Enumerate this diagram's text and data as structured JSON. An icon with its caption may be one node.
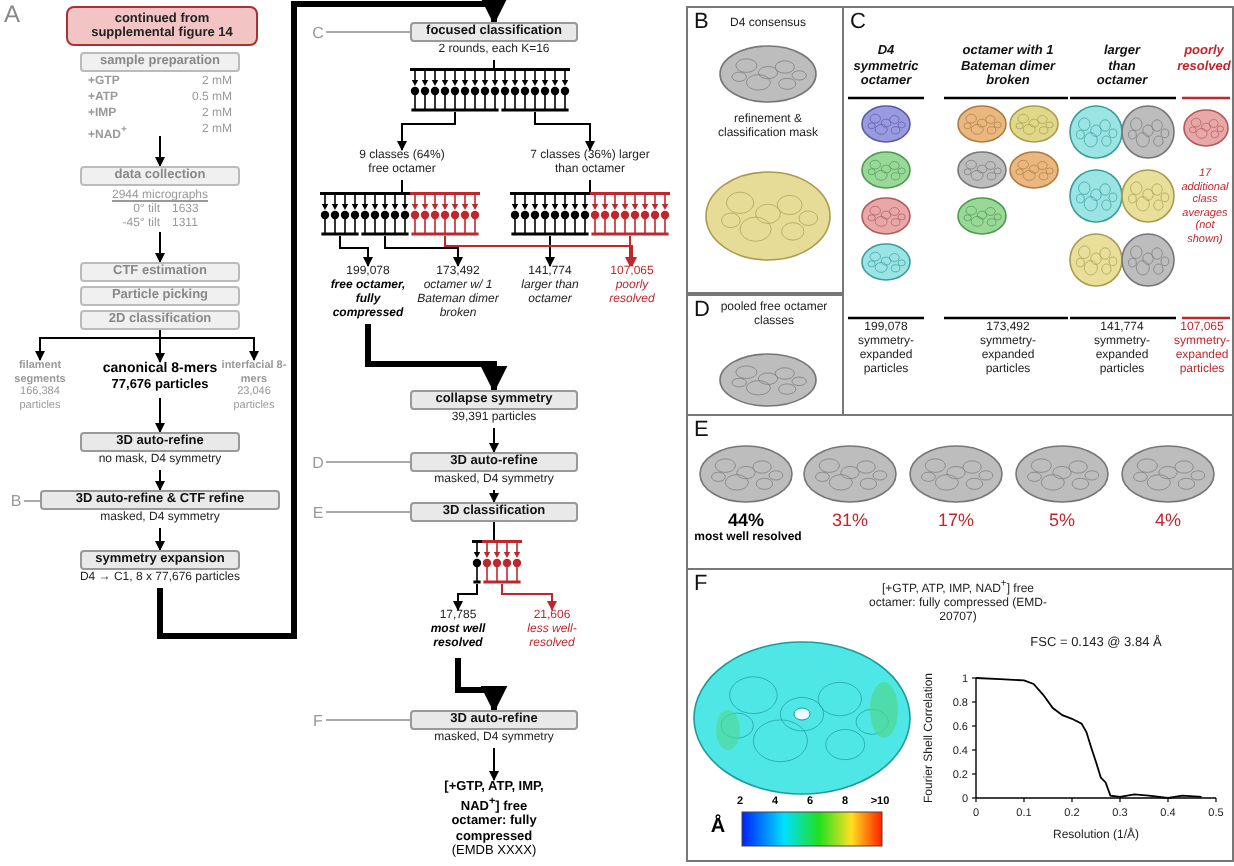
{
  "diagram": {
    "nodes": [
      {
        "text": [
          "continued from supplemental figure 14"
        ]
      },
      {
        "text": [
          "sample preparation"
        ],
        "beside": [
          "+GTP",
          "2 mM",
          "+ATP",
          "0.5 mM",
          "+IMP",
          "2 mM",
          "+NAD$^{+}$",
          "2 mM"
        ]
      },
      {
        "text": [
          "data collection"
        ],
        "beside": [
          "2944 micrographs",
          "0° tilt",
          "1633",
          "-45° tilt",
          "1311"
        ]
      },
      {
        "text": [
          "CTF estimation"
        ]
      },
      {
        "text": [
          "Particle picking"
        ]
      },
      {
        "text": [
          "2D classification"
        ]
      },
      {
        "text": [
          "filament segments",
          "166,384 particles"
        ]
      },
      {
        "text": [
          "canonical 8-mers",
          "77,676 particles"
        ]
      },
      {
        "text": [
          "interfacial 8-mers",
          "23,046 particles"
        ]
      },
      {
        "text": [
          "3D auto-refine"
        ],
        "beside": [
          "no mask, D4 symmetry"
        ]
      },
      {
        "text": [
          "3D auto-refine & CTF refine"
        ],
        "beside": [
          "masked, D4 symmetry"
        ]
      },
      {
        "text": [
          "symmetry expansion"
        ],
        "beside": [
          "D4 → C1, 8 x 77,676 particles"
        ]
      },
      {
        "text": [
          "focused classification"
        ],
        "beside": [
          "2 rounds, each K=16"
        ]
      },
      {
        "text": [],
        "shape": "picture"
      },
      {
        "text": [
          "9 classes (64%) free octamer"
        ]
      },
      {
        "text": [
          "7 classes (36%) larger than octamer"
        ]
      },
      {
        "text": [],
        "shape": "picture"
      },
      {
        "text": [],
        "shape": "picture"
      },
      {
        "text": [
          "199,078",
          "free octamer, fully compressed"
        ]
      },
      {
        "text": [
          "173,492",
          "octamer w/ 1 Bateman dimer broken"
        ]
      },
      {
        "text": [
          "141,774",
          "larger than octamer"
        ]
      },
      {
        "text": [
          "107,065",
          "poorly resolved"
        ]
      },
      {
        "text": [
          "collapse symmetry"
        ],
        "beside": [
          "39,391 particles"
        ]
      },
      {
        "text": [
          "3D auto-refine"
        ],
        "beside": [
          "masked, D4 symmetry"
        ]
      },
      {
        "text": [
          "3D classification"
        ]
      },
      {
        "text": [],
        "shape": "picture"
      },
      {
        "text": [
          "17,785",
          "most well resolved"
        ]
      },
      {
        "text": [
          "21,606",
          "less well-resolved"
        ]
      },
      {
        "text": [
          "3D auto-refine"
        ],
        "beside": [
          "masked, D4 symmetry"
        ]
      },
      {
        "text": [
          "[+GTP, ATP, IMP, NAD$^{+}$] free octamer: fully compressed",
          "(EMDB XXXX)"
        ]
      },
      {
        "text": [
          "B"
        ]
      },
      {
        "text": [
          "C"
        ]
      },
      {
        "text": [
          "D"
        ]
      },
      {
        "text": [
          "E"
        ]
      },
      {
        "text": [
          "F"
        ]
      },
      {
        "text": [
          "B",
          "D4 consensus",
          "refinement & classification mask"
        ]
      },
      {
        "text": [
          "C",
          "D4 symmetric octamer",
          "octamer with 1 Bateman dimer broken",
          "larger than octamer",
          "poorly resolved",
          "17 additional class averages (not shown)",
          "199,078 symmetry-expanded particles",
          "173,492 symmetry-expanded particles",
          "141,774 symmetry-expanded particles",
          "107,065 symmetry-expanded particles"
        ]
      },
      {
        "text": [
          "D",
          "pooled free octamer classes"
        ]
      },
      {
        "text": [
          "E",
          "44%",
          "most well resolved",
          "31%",
          "17%",
          "5%",
          "4%"
        ]
      },
      {
        "text": [
          "F",
          "[+GTP, ATP, IMP, NAD$^{+}$] free octamer: fully compressed (EMD-20707)"
        ]
      }
    ],
    "edges": [
      {
        "from": 1,
        "to": 2,
        "arrow": "to"
      },
      {
        "from": 2,
        "to": 3,
        "arrow": "to"
      },
      {
        "from": 5,
        "to": 6,
        "arrow": "to"
      },
      {
        "from": 5,
        "to": 7,
        "arrow": "to"
      },
      {
        "from": 5,
        "to": 8,
        "arrow": "to"
      },
      {
        "from": 7,
        "to": 9,
        "arrow": "to"
      },
      {
        "from": 9,
        "to": 10,
        "arrow": "to"
      },
      {
        "from": 10,
        "to": 11,
        "arrow": "to"
      },
      {
        "from": 11,
        "to": 12,
        "arrow": "to",
        "style": "thick"
      },
      {
        "from": 12,
        "to": 13,
        "arrow": "none"
      },
      {
        "from": 13,
        "to": 14,
        "arrow": "to"
      },
      {
        "from": 13,
        "to": 15,
        "arrow": "to"
      },
      {
        "from": 14,
        "to": 16,
        "arrow": "none"
      },
      {
        "from": 15,
        "to": 17,
        "arrow": "none"
      },
      {
        "from": 16,
        "to": 18,
        "arrow": "to"
      },
      {
        "from": 16,
        "to": 19,
        "arrow": "to"
      },
      {
        "from": 17,
        "to": 20,
        "arrow": "to"
      },
      {
        "from": 16,
        "to": 21,
        "arrow": "to",
        "color": "#c0272d"
      },
      {
        "from": 17,
        "to": 21,
        "arrow": "to",
        "color": "#c0272d"
      },
      {
        "from": 18,
        "to": 22,
        "arrow": "to",
        "style": "thick"
      },
      {
        "from": 22,
        "to": 23,
        "arrow": "to"
      },
      {
        "from": 23,
        "to": 24,
        "arrow": "to"
      },
      {
        "from": 24,
        "to": 25,
        "arrow": "none"
      },
      {
        "from": 25,
        "to": 26,
        "arrow": "to"
      },
      {
        "from": 25,
        "to": 27,
        "arrow": "to",
        "color": "#c0272d"
      },
      {
        "from": 26,
        "to": 28,
        "arrow": "to",
        "style": "thick"
      },
      {
        "from": 28,
        "to": 29,
        "arrow": "to"
      },
      {
        "from": 30,
        "to": 10,
        "arrow": "none",
        "color": "#aaaaaa"
      },
      {
        "from": 31,
        "to": 12,
        "arrow": "none",
        "color": "#aaaaaa"
      },
      {
        "from": 32,
        "to": 23,
        "arrow": "none",
        "color": "#aaaaaa"
      },
      {
        "from": 33,
        "to": 24,
        "arrow": "none",
        "color": "#aaaaaa"
      },
      {
        "from": 34,
        "to": 28,
        "arrow": "none",
        "color": "#aaaaaa"
      }
    ],
    "labels": [
      "A",
      "2",
      "4",
      "6",
      "8",
      ">10",
      "Å"
    ],
    "chart_data": {
      "type": "line",
      "title": "FSC = 0.143 @ 3.84 Å",
      "xlabel": "Resolution (1/Å)",
      "ylabel": "Fourier Shell Correlation",
      "x": [
        0,
        0.05,
        0.1,
        0.12,
        0.14,
        0.16,
        0.18,
        0.2,
        0.22,
        0.23,
        0.24,
        0.25,
        0.26,
        0.27,
        0.28,
        0.3,
        0.33,
        0.36,
        0.4,
        0.43,
        0.47
      ],
      "series": [
        {
          "color": "#000000",
          "values": [
            1,
            0.99,
            0.98,
            0.95,
            0.86,
            0.75,
            0.69,
            0.66,
            0.62,
            0.55,
            0.42,
            0.3,
            0.17,
            0.13,
            0.02,
            0.01,
            0.03,
            0.02,
            0,
            0.02,
            0.01
          ]
        }
      ],
      "xlim": [
        0,
        0.5
      ],
      "ylim": [
        0,
        1
      ],
      "xticks": [
        0,
        0.1,
        0.2,
        0.3,
        0.4,
        0.5
      ],
      "yticks": [
        0,
        0.2,
        0.4,
        0.6,
        0.8,
        1
      ]
    }
  }
}
